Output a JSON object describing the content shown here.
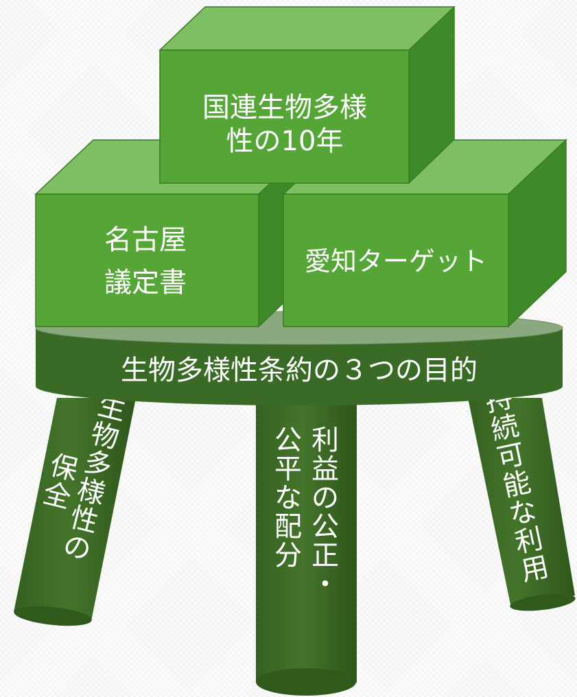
{
  "blocks": {
    "top": {
      "lines": [
        "国連生物多様",
        "性の10年"
      ]
    },
    "left": {
      "lines": [
        "名古屋",
        "議定書"
      ]
    },
    "right": {
      "text": "愛知ターゲット"
    }
  },
  "seat": {
    "text": "生物多様性条約の３つの目的"
  },
  "legs": {
    "left": {
      "col1": "生物多様性の",
      "col2": "保全"
    },
    "middle": {
      "col1": "利益の公正・",
      "col2": "公平な配分"
    },
    "right": {
      "col1": "持続可能な利用"
    }
  },
  "colors": {
    "block_front": "#55a537",
    "block_top": "#7dbf62",
    "block_side": "#3e8a28",
    "seat_top": "#8aa97f",
    "seat_body": "#3a6b26",
    "leg": "#3d6a25",
    "text": "#ffffff"
  }
}
